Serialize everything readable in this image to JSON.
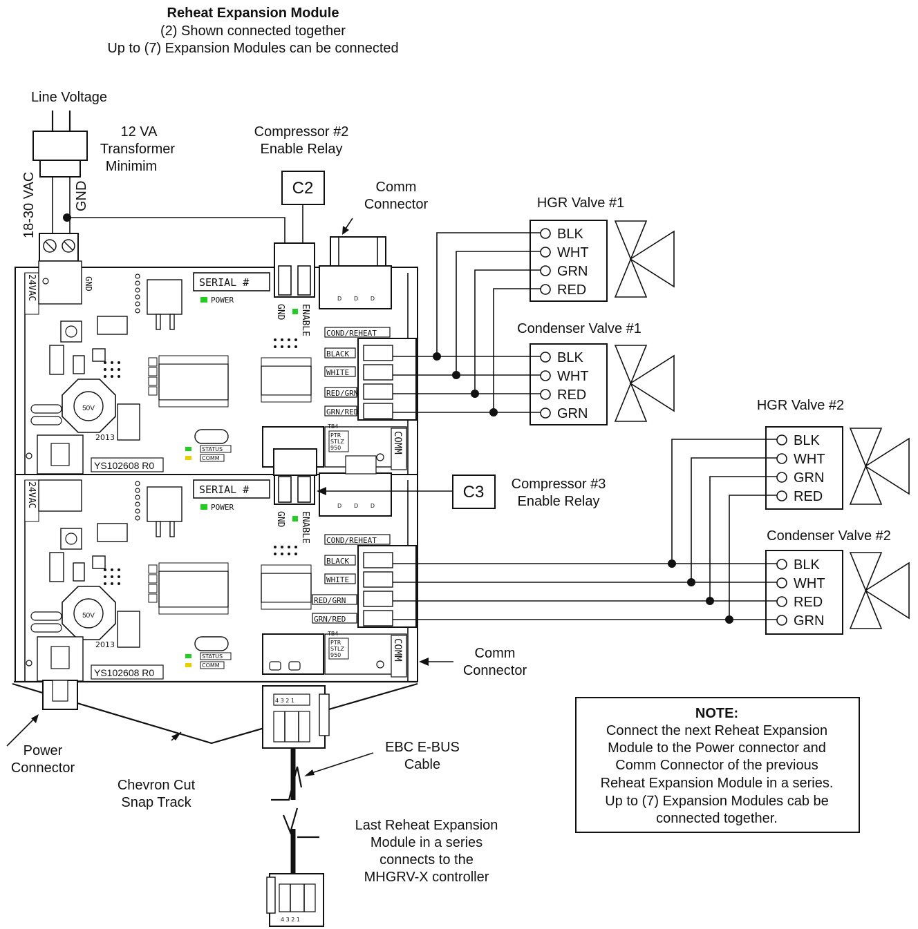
{
  "header": {
    "title": "Reheat Expansion Module",
    "line2": "(2) Shown connected together",
    "line3": "Up to (7) Expansion Modules can be connected"
  },
  "power": {
    "line_voltage": "Line Voltage",
    "transformer": [
      "12 VA",
      "Transformer",
      "Minimim"
    ],
    "vac": "18-30 VAC",
    "gnd": "GND"
  },
  "relays": {
    "c2_title": [
      "Compressor #2",
      "Enable Relay"
    ],
    "c2_box": "C2",
    "c3_title": [
      "Compressor #3",
      "Enable Relay"
    ],
    "c3_box": "C3"
  },
  "comm": {
    "top": [
      "Comm",
      "Connector"
    ],
    "bottom": [
      "Comm",
      "Connector"
    ]
  },
  "module": {
    "tb2_label": "24VAC",
    "gnd_label": "GND",
    "serial_label": "SERIAL #",
    "power_label": "POWER",
    "enable_label": "ENABLE",
    "gnd2_label": "GND",
    "cond_reheat": "COND/REHEAT",
    "terminals": [
      "BLACK",
      "WHITE",
      "RED/GRN",
      "GRN/RED"
    ],
    "status_label": "STATUS",
    "comm_led_label": "COMM",
    "model": "YS102608 R0",
    "year": "2013",
    "cap": "50V",
    "comm_side": "COMM",
    "tb4": "TB4",
    "ptr": [
      "PTR",
      "STLZ",
      "950"
    ]
  },
  "valves": {
    "hgr1": {
      "title": "HGR Valve #1",
      "wires": [
        "BLK",
        "WHT",
        "GRN",
        "RED"
      ]
    },
    "cond1": {
      "title": "Condenser Valve #1",
      "wires": [
        "BLK",
        "WHT",
        "RED",
        "GRN"
      ]
    },
    "hgr2": {
      "title": "HGR Valve #2",
      "wires": [
        "BLK",
        "WHT",
        "GRN",
        "RED"
      ]
    },
    "cond2": {
      "title": "Condenser Valve #2",
      "wires": [
        "BLK",
        "WHT",
        "RED",
        "GRN"
      ]
    }
  },
  "bottom_labels": {
    "power_connector": [
      "Power",
      "Connector"
    ],
    "chevron": [
      "Chevron Cut",
      "Snap Track"
    ],
    "ebc": [
      "EBC E-BUS",
      "Cable"
    ],
    "last_module": [
      "Last Reheat Expansion",
      "Module in a series",
      "connects to the",
      "MHGRV-X controller"
    ],
    "plug_pins": "4  3  2  1"
  },
  "note": {
    "title": "NOTE:",
    "lines": [
      "Connect the next Reheat Expansion",
      "Module to the Power connector and",
      "Comm Connector of the previous",
      "Reheat Expansion Module in a series.",
      "Up to (7) Expansion Modules cab be",
      "connected together."
    ]
  },
  "colors": {
    "led_green": "#22cc22",
    "led_yellow": "#e8d000",
    "cap_text": "#d01010",
    "ink": "#111111"
  }
}
